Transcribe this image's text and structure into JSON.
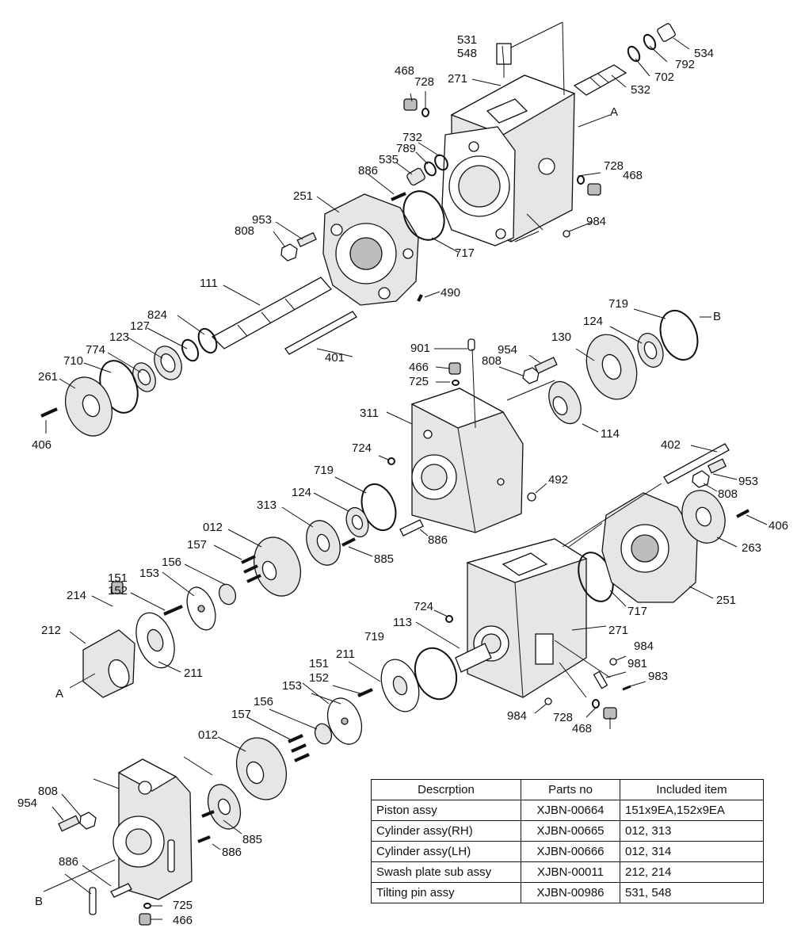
{
  "callouts": [
    "531",
    "548",
    "534",
    "792",
    "702",
    "532",
    "271",
    "468",
    "728",
    "732",
    "789",
    "535",
    "886",
    "251",
    "953",
    "808",
    "717",
    "984",
    "111",
    "490",
    "824",
    "127",
    "123",
    "774",
    "710",
    "261",
    "406",
    "401",
    "901",
    "954",
    "466",
    "725",
    "130",
    "124",
    "719",
    "B",
    "311",
    "114",
    "724",
    "492",
    "313",
    "885",
    "012",
    "157",
    "156",
    "151",
    "152",
    "153",
    "214",
    "212",
    "211",
    "A",
    "402",
    "263",
    "113",
    "981",
    "983"
  ],
  "table": {
    "headers": [
      "Descrption",
      "Parts no",
      "Included item"
    ],
    "rows": [
      [
        "Piston  assy",
        "XJBN-00664",
        "151x9EA,152x9EA"
      ],
      [
        "Cylinder assy(RH)",
        "XJBN-00665",
        "012, 313"
      ],
      [
        "Cylinder assy(LH)",
        "XJBN-00666",
        "012, 314"
      ],
      [
        "Swash plate sub assy",
        "XJBN-00011",
        "212, 214"
      ],
      [
        "Tilting pin assy",
        "XJBN-00986",
        "531, 548"
      ]
    ]
  }
}
